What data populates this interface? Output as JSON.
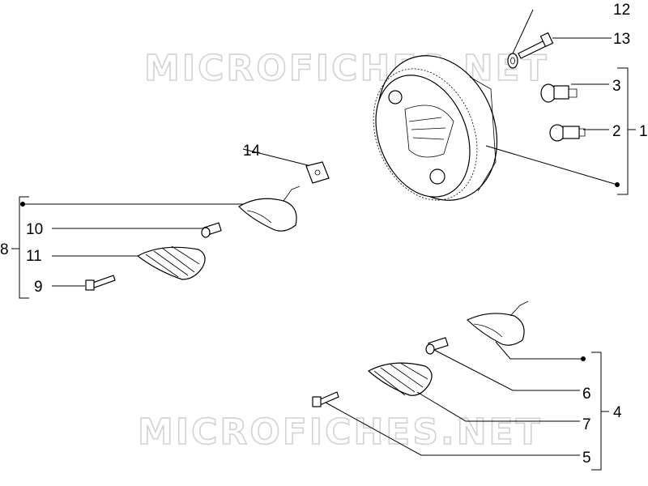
{
  "watermark": "MICROFICHES.NET",
  "callouts": {
    "c1": "1",
    "c2": "2",
    "c3": "3",
    "c4": "4",
    "c5": "5",
    "c6": "6",
    "c7": "7",
    "c8": "8",
    "c9": "9",
    "c10": "10",
    "c11": "11",
    "c12": "12",
    "c13": "13",
    "c14": "14"
  }
}
